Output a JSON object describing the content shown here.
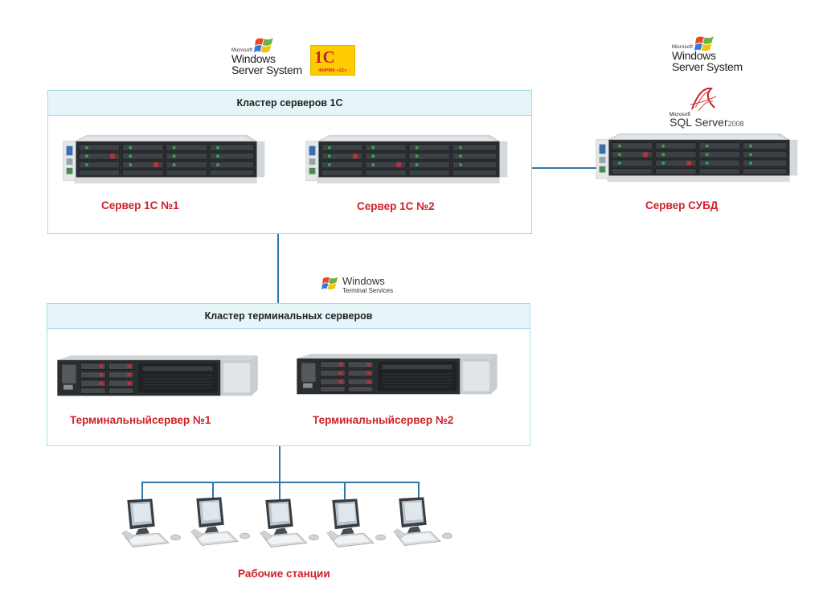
{
  "logos": {
    "wss_left": {
      "small": "Microsoft",
      "line1": "Windows",
      "line2": "Server System"
    },
    "wss_right": {
      "small": "Microsoft",
      "line1": "Windows",
      "line2": "Server System"
    },
    "onec": {
      "main": "1C",
      "sub": "ФИРМА «1С»"
    },
    "sql": {
      "small": "Microsoft",
      "name": "SQL Server",
      "version": "2008"
    },
    "wts": {
      "line1": "Windows",
      "line2": "Terminal Services"
    }
  },
  "clusters": {
    "onec": {
      "title": "Кластер серверов 1С"
    },
    "terminal": {
      "title": "Кластер терминальных серверов"
    }
  },
  "labels": {
    "server1": "Сервер 1С №1",
    "server2": "Сервер 1С №2",
    "dbms": "Сервер СУБД",
    "term1": "Терминальныйсервер №1",
    "term2": "Терминальныйсервер №2",
    "workstations": "Рабочие станции"
  },
  "colors": {
    "label_red": "#d0202a",
    "connector": "#2f77ab",
    "cluster_border": "#a9dce6",
    "cluster_header": "#e7f5f8"
  },
  "icons": {
    "rack_server": "1u-rack-server-icon",
    "terminal_server": "2u-rack-server-icon",
    "workstation": "desktop-workstation-icon",
    "windows_flag": "windows-flag-icon",
    "sql_server": "sql-server-logo-icon"
  }
}
